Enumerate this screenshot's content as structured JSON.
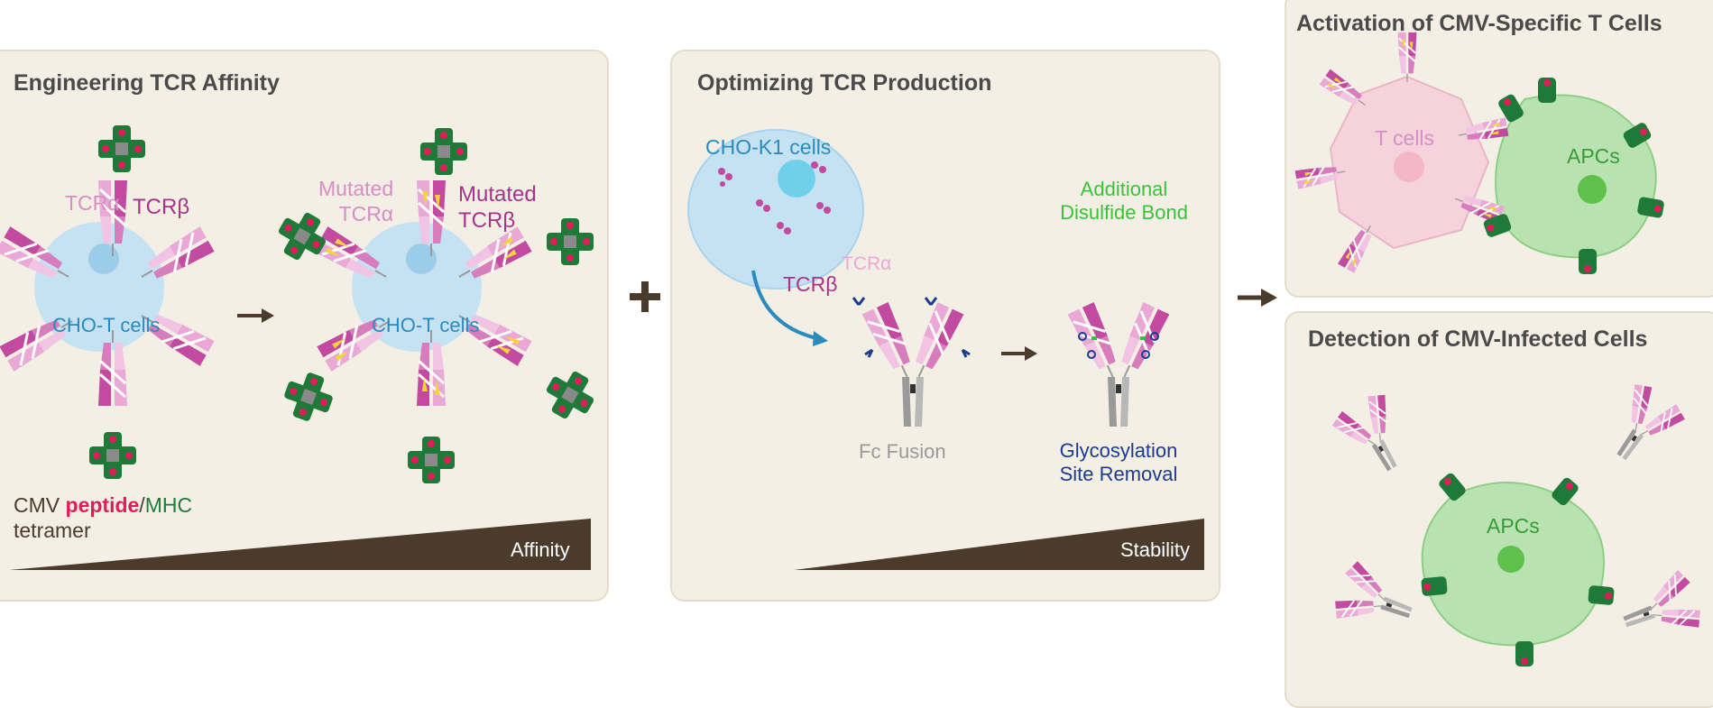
{
  "panel1": {
    "title": "Engineering TCR Affinity",
    "tcr_alpha": "TCRα",
    "tcr_beta": "TCRβ",
    "mutated_alpha_1": "Mutated",
    "mutated_alpha_2": "TCRα",
    "mutated_beta_1": "Mutated",
    "mutated_beta_2": "TCRβ",
    "cell_left": "CHO-T cells",
    "cell_right": "CHO-T cells",
    "legend_cmv": "CMV",
    "legend_peptide": "peptide",
    "legend_slash": "/",
    "legend_mhc": "MHC",
    "legend_tetramer": "tetramer",
    "wedge_label": "Affinity"
  },
  "plus_sign": "+",
  "panel2": {
    "title": "Optimizing TCR Production",
    "cho_k1": "CHO-K1 cells",
    "tcr_alpha": "TCRα",
    "tcr_beta": "TCRβ",
    "fc_fusion": "Fc Fusion",
    "disulfide_1": "Additional",
    "disulfide_2": "Disulfide Bond",
    "glyco_1": "Glycosylation",
    "glyco_2": "Site Removal",
    "wedge_label": "Stability"
  },
  "panel3": {
    "title": "Activation of CMV-Specific T Cells",
    "t_cells": "T cells",
    "apcs": "APCs"
  },
  "panel4": {
    "title": "Detection of CMV-Infected Cells",
    "apcs": "APCs"
  },
  "colors": {
    "panel_bg": "#f4efe4",
    "cell_blue": "#c5e2f2",
    "label_blue": "#2b8bbd",
    "tcr_pink": "#e9a8d6",
    "tcr_magenta": "#c24aa0",
    "mhc_green": "#1f7a3a",
    "peptide_red": "#e01c5a",
    "mutation_yellow": "#f5d33a",
    "disulfide_green": "#3cc13c",
    "glyco_navy": "#1b3b8f",
    "fc_gray": "#9a9a9a",
    "wedge_brown": "#4a3b2c",
    "apc_green": "#b8e3b0",
    "tcell_pink": "#f6d2dc"
  }
}
